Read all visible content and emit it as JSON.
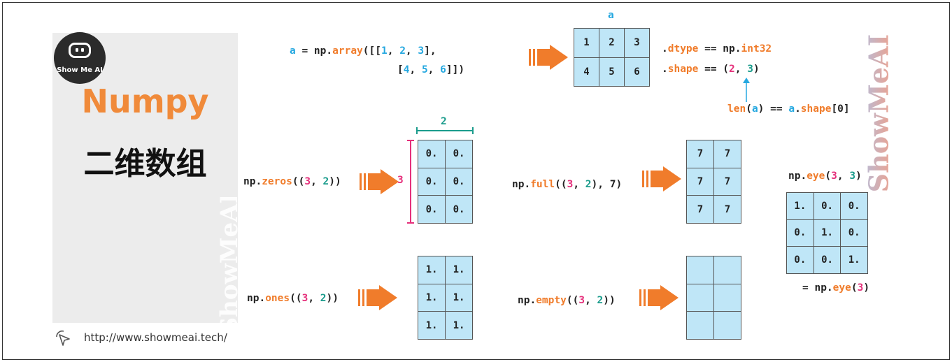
{
  "brand": {
    "logo_text": "Show Me AI",
    "title": "Numpy",
    "subtitle": "二维数组",
    "url": "http://www.showmeai.tech/",
    "watermark": "ShowMeAI"
  },
  "array_example": {
    "code_tokens": [
      "a",
      " = np.",
      "array",
      "([[",
      "1",
      ", ",
      "2",
      ", ",
      "3",
      "],"
    ],
    "code_line2_tokens": [
      "[",
      "4",
      ", ",
      "5",
      ", ",
      "6",
      "]])"
    ],
    "label": "a",
    "values": [
      [
        "1",
        "2",
        "3"
      ],
      [
        "4",
        "5",
        "6"
      ]
    ],
    "dtype_tokens": [
      ".",
      "dtype",
      " == np.",
      "int32"
    ],
    "shape_tokens": [
      ".",
      "shape",
      " == (",
      "2",
      ", ",
      "3",
      ")"
    ],
    "len_tokens": [
      "len",
      "(",
      "a",
      ") == ",
      "a",
      ".",
      "shape",
      "[0]"
    ]
  },
  "zeros": {
    "code_tokens": [
      "np.",
      "zeros",
      "((",
      "3",
      ", ",
      "2",
      "))"
    ],
    "dim_cols": "2",
    "dim_rows": "3",
    "values": [
      [
        "0.",
        "0."
      ],
      [
        "0.",
        "0."
      ],
      [
        "0.",
        "0."
      ]
    ]
  },
  "ones": {
    "code_tokens": [
      "np.",
      "ones",
      "((",
      "3",
      ", ",
      "2",
      "))"
    ],
    "values": [
      [
        "1.",
        "1."
      ],
      [
        "1.",
        "1."
      ],
      [
        "1.",
        "1."
      ]
    ]
  },
  "full": {
    "code_tokens": [
      "np.",
      "full",
      "((",
      "3",
      ", ",
      "2",
      "), 7)"
    ],
    "values": [
      [
        "7",
        "7"
      ],
      [
        "7",
        "7"
      ],
      [
        "7",
        "7"
      ]
    ]
  },
  "empty": {
    "code_tokens": [
      "np.",
      "empty",
      "((",
      "3",
      ", ",
      "2",
      "))"
    ],
    "values": [
      [
        "",
        ""
      ],
      [
        "",
        ""
      ],
      [
        "",
        ""
      ]
    ]
  },
  "eye": {
    "code_tokens": [
      "np.",
      "eye",
      "(",
      "3",
      ", ",
      "3",
      ")"
    ],
    "code2_tokens": [
      "= np.",
      "eye",
      "(",
      "3",
      ")"
    ],
    "values": [
      [
        "1.",
        "0.",
        "0."
      ],
      [
        "0.",
        "1.",
        "0."
      ],
      [
        "0.",
        "0.",
        "1."
      ]
    ]
  },
  "colors": {
    "orange": "#f07c2b",
    "blue": "#25a8e0",
    "pink": "#e5307b",
    "teal": "#1b9c8c",
    "cell": "#bfe6f7"
  }
}
